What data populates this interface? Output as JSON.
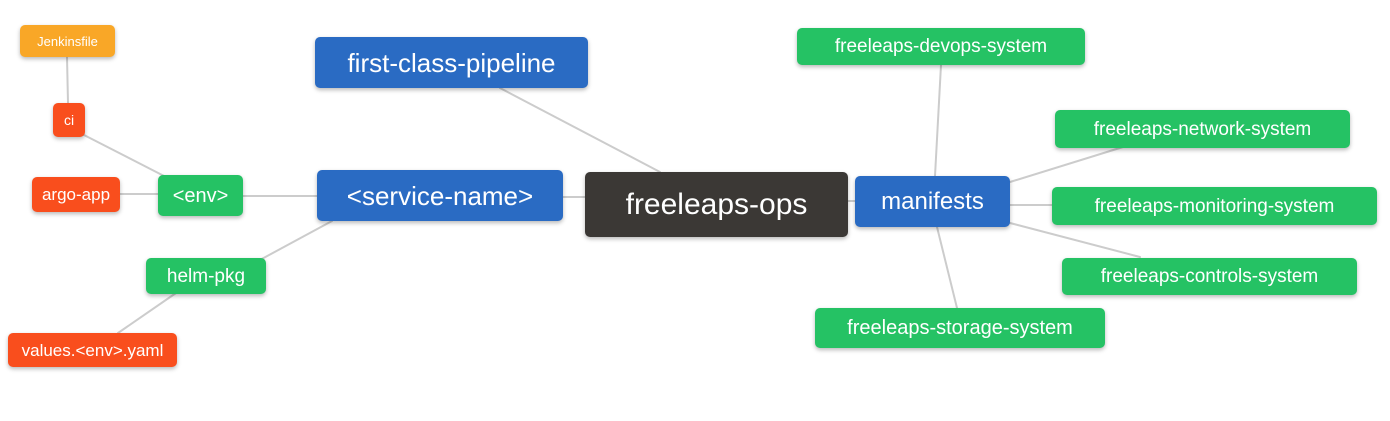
{
  "diagram": {
    "type": "mindmap",
    "root": "freeleaps-ops"
  },
  "palette": {
    "blue": "#2a6bc3",
    "green": "#25c264",
    "red": "#f94e1d",
    "orange": "#f9a727",
    "dark": "#3b3835",
    "edge": "#cccccc",
    "node_text": "#ffffff",
    "background": "#ffffff"
  },
  "nodes": [
    {
      "id": "freeleaps-ops",
      "label": "freeleaps-ops",
      "color": "dark"
    },
    {
      "id": "first-class-pipeline",
      "label": "first-class-pipeline",
      "color": "blue"
    },
    {
      "id": "service-name",
      "label": "<service-name>",
      "color": "blue"
    },
    {
      "id": "manifests",
      "label": "manifests",
      "color": "blue"
    },
    {
      "id": "env",
      "label": "<env>",
      "color": "green"
    },
    {
      "id": "ci",
      "label": "ci",
      "color": "red"
    },
    {
      "id": "jenkinsfile",
      "label": "Jenkinsfile",
      "color": "orange"
    },
    {
      "id": "argo-app",
      "label": "argo-app",
      "color": "red"
    },
    {
      "id": "helm-pkg",
      "label": "helm-pkg",
      "color": "green"
    },
    {
      "id": "values-env-yaml",
      "label": "values.<env>.yaml",
      "color": "red"
    },
    {
      "id": "freeleaps-devops-system",
      "label": "freeleaps-devops-system",
      "color": "green"
    },
    {
      "id": "freeleaps-network-system",
      "label": "freeleaps-network-system",
      "color": "green"
    },
    {
      "id": "freeleaps-monitoring-system",
      "label": "freeleaps-monitoring-system",
      "color": "green"
    },
    {
      "id": "freeleaps-controls-system",
      "label": "freeleaps-controls-system",
      "color": "green"
    },
    {
      "id": "freeleaps-storage-system",
      "label": "freeleaps-storage-system",
      "color": "green"
    }
  ],
  "edges": [
    [
      "freeleaps-ops",
      "first-class-pipeline"
    ],
    [
      "freeleaps-ops",
      "service-name"
    ],
    [
      "freeleaps-ops",
      "manifests"
    ],
    [
      "service-name",
      "env"
    ],
    [
      "service-name",
      "helm-pkg"
    ],
    [
      "env",
      "ci"
    ],
    [
      "env",
      "argo-app"
    ],
    [
      "ci",
      "jenkinsfile"
    ],
    [
      "helm-pkg",
      "values-env-yaml"
    ],
    [
      "manifests",
      "freeleaps-devops-system"
    ],
    [
      "manifests",
      "freeleaps-network-system"
    ],
    [
      "manifests",
      "freeleaps-monitoring-system"
    ],
    [
      "manifests",
      "freeleaps-controls-system"
    ],
    [
      "manifests",
      "freeleaps-storage-system"
    ]
  ]
}
